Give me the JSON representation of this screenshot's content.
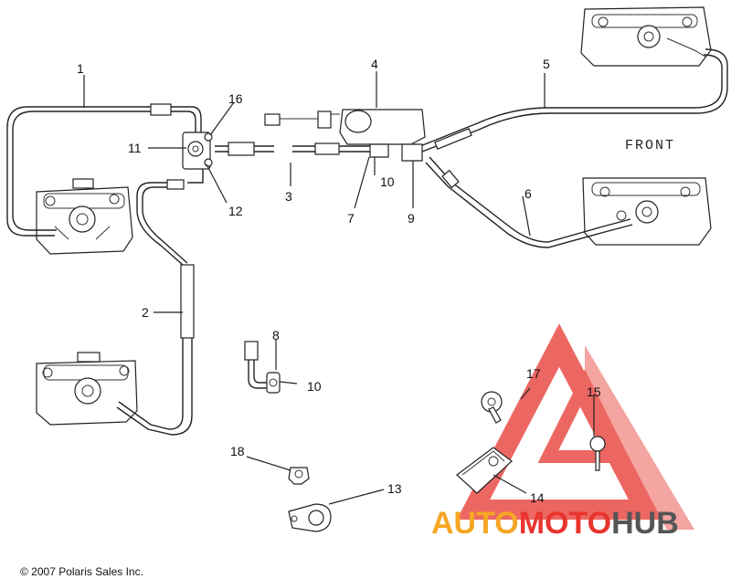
{
  "callouts": {
    "c1": "1",
    "c2": "2",
    "c3": "3",
    "c4": "4",
    "c5": "5",
    "c6": "6",
    "c7": "7",
    "c8": "8",
    "c9": "9",
    "c10a": "10",
    "c10b": "10",
    "c11": "11",
    "c12": "12",
    "c13": "13",
    "c14": "14",
    "c15": "15",
    "c16": "16",
    "c17": "17",
    "c18": "18"
  },
  "front_label": "FRONT",
  "copyright": "© 2007 Polaris Sales Inc.",
  "watermark": {
    "auto": "AUTO",
    "moto": "MOTO",
    "hub": "HUB",
    "colors": {
      "auto": "#f5a623",
      "moto": "#e8352e",
      "hub": "#555555",
      "logo": "#e8352e"
    }
  }
}
